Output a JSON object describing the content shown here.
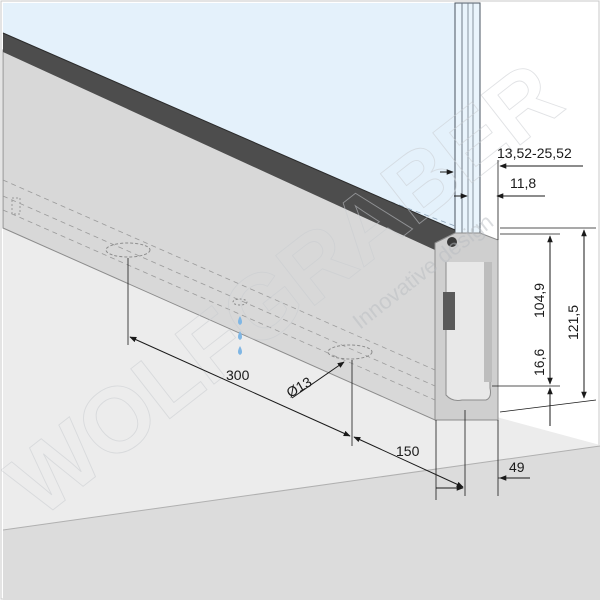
{
  "watermark": {
    "brand": "WOLFGRABER",
    "tagline": "Innovative design"
  },
  "dimensions": {
    "glass_thickness": "13,52-25,52",
    "slot_offset": "11,8",
    "inner_height": "104,9",
    "bottom_height": "16,6",
    "total_height": "121,5",
    "hole_spacing": "300",
    "hole_diameter": "Ø13",
    "end_offset": "150",
    "profile_width": "49"
  },
  "colors": {
    "glass": "#e4f1fb",
    "profile_face": "#d8d8d8",
    "profile_top": "#cfcfcf",
    "rubber": "#4d4d4d",
    "floor": "#e9e9e9",
    "slab": "#dcdcdc",
    "water_drop": "#7fb6e4"
  }
}
